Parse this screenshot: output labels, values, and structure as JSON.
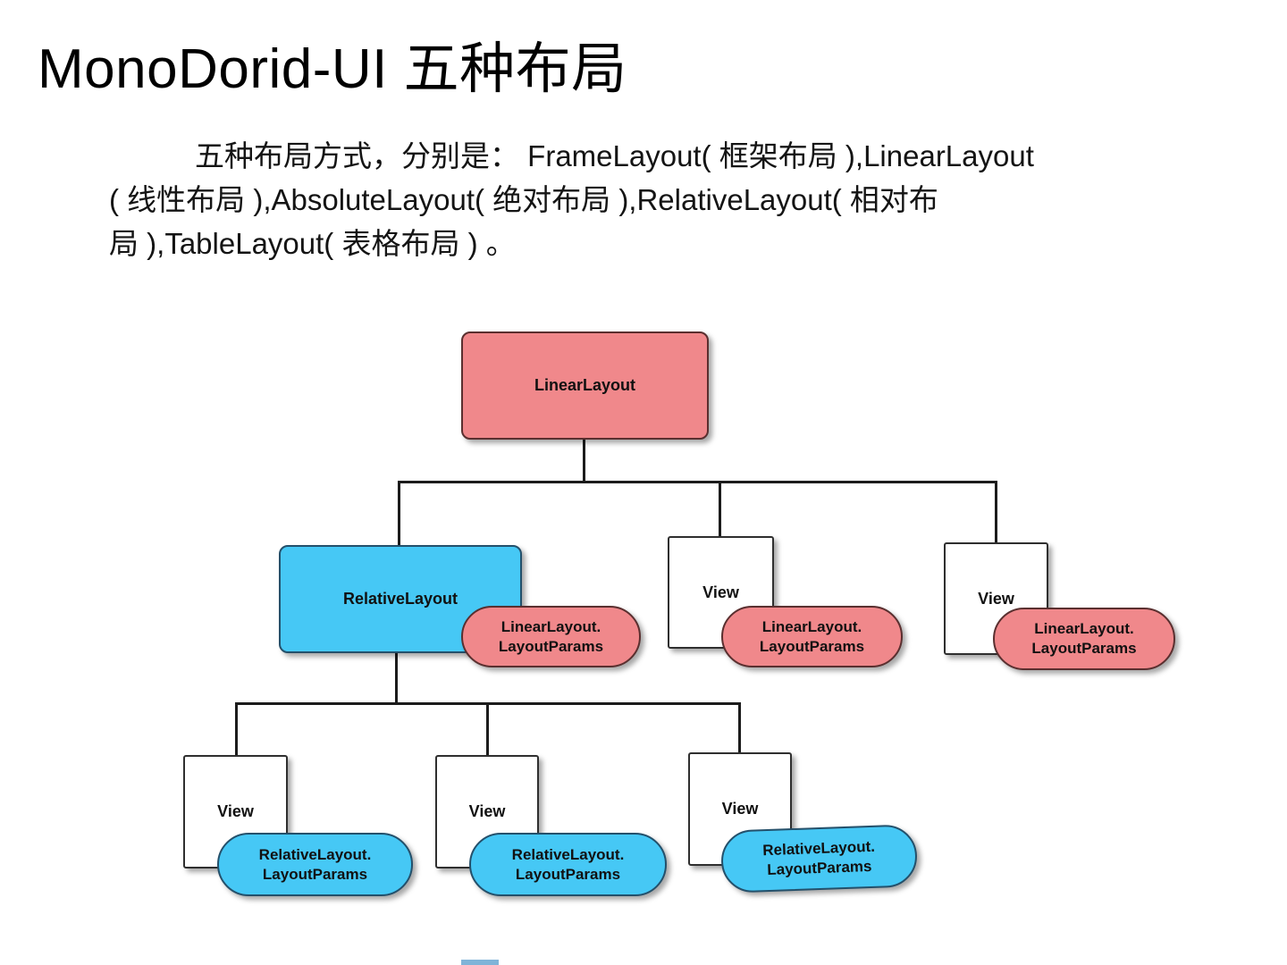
{
  "slide": {
    "title": "MonoDorid-UI 五种布局",
    "body_lines": [
      "五种布局方式，分别是： FrameLayout( 框架布局 ),LinearLayout",
      "( 线性布局 ),AbsoluteLayout( 绝对布局 ),RelativeLayout( 相对布",
      "局 ),TableLayout( 表格布局 ) 。"
    ]
  },
  "colors": {
    "pink_node": "#F0888B",
    "blue_node": "#46C8F5",
    "white_node": "#FFFFFF",
    "connector_line": "#1C1C1C",
    "text": "#111111"
  },
  "diagram": {
    "root": {
      "label": "LinearLayout"
    },
    "level1": [
      {
        "label": "RelativeLayout"
      },
      {
        "label": "View"
      },
      {
        "label": "View"
      }
    ],
    "level1_params": [
      {
        "line1": "LinearLayout.",
        "line2": "LayoutParams"
      },
      {
        "line1": "LinearLayout.",
        "line2": "LayoutParams"
      },
      {
        "line1": "LinearLayout.",
        "line2": "LayoutParams"
      }
    ],
    "level2": [
      {
        "label": "View"
      },
      {
        "label": "View"
      },
      {
        "label": "View"
      }
    ],
    "level2_params": [
      {
        "line1": "RelativeLayout.",
        "line2": "LayoutParams"
      },
      {
        "line1": "RelativeLayout.",
        "line2": "LayoutParams"
      },
      {
        "line1": "RelativeLayout.",
        "line2": "LayoutParams"
      }
    ]
  }
}
